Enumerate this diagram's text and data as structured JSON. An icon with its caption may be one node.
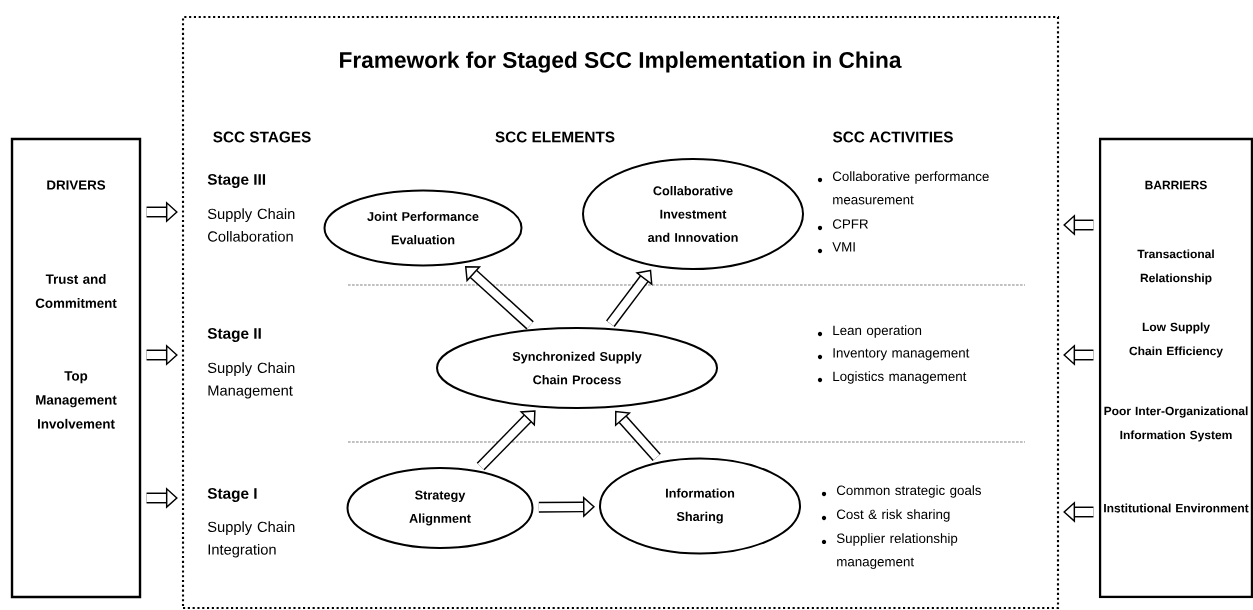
{
  "diagram": {
    "title": "Framework for Staged SCC Implementation in China",
    "nodes": [
      {
        "text": [],
        "shape": "box"
      },
      {
        "text": [
          "DRIVERS",
          "Trust and Commitment",
          "Top Management Involvement"
        ]
      },
      {
        "text": [
          "BARRIERS",
          "Transactional Relationship",
          "Low Supply Chain Efficiency",
          "Poor Inter-Organizational Information System",
          "Institutional Environment"
        ]
      },
      {
        "text": [
          "Joint Performance Evaluation"
        ],
        "in": 0
      },
      {
        "text": [
          "Collaborative Investment and Innovation"
        ],
        "in": 0
      },
      {
        "text": [
          "Synchronized Supply Chain Process"
        ],
        "in": 0
      },
      {
        "text": [
          "Strategy Alignment"
        ],
        "in": 0
      },
      {
        "text": [
          "Information Sharing"
        ],
        "in": 0
      }
    ],
    "edges": [
      {
        "from": 1,
        "to": 0,
        "arrow": "to"
      },
      {
        "from": 1,
        "to": 0,
        "arrow": "to"
      },
      {
        "from": 1,
        "to": 0,
        "arrow": "to"
      },
      {
        "from": 2,
        "to": 0,
        "arrow": "to"
      },
      {
        "from": 2,
        "to": 0,
        "arrow": "to"
      },
      {
        "from": 2,
        "to": 0,
        "arrow": "to"
      },
      {
        "from": 5,
        "to": 3,
        "arrow": "to"
      },
      {
        "from": 5,
        "to": 4,
        "arrow": "to"
      },
      {
        "from": 6,
        "to": 5,
        "arrow": "to"
      },
      {
        "from": 7,
        "to": 5,
        "arrow": "to"
      },
      {
        "from": 6,
        "to": 7,
        "arrow": "to"
      }
    ],
    "labels": [
      "SCC STAGES",
      "SCC ELEMENTS",
      "SCC ACTIVITIES",
      "Stage III",
      "Supply Chain Collaboration",
      "Collaborative performance measurement",
      "CPFR",
      "VMI",
      "Stage II",
      "Supply Chain Management",
      "Lean operation",
      "Inventory management",
      "Logistics management",
      "Stage I",
      "Supply Chain Integration",
      "Common strategic goals",
      "Cost & risk sharing",
      "Supplier relationship management"
    ]
  }
}
